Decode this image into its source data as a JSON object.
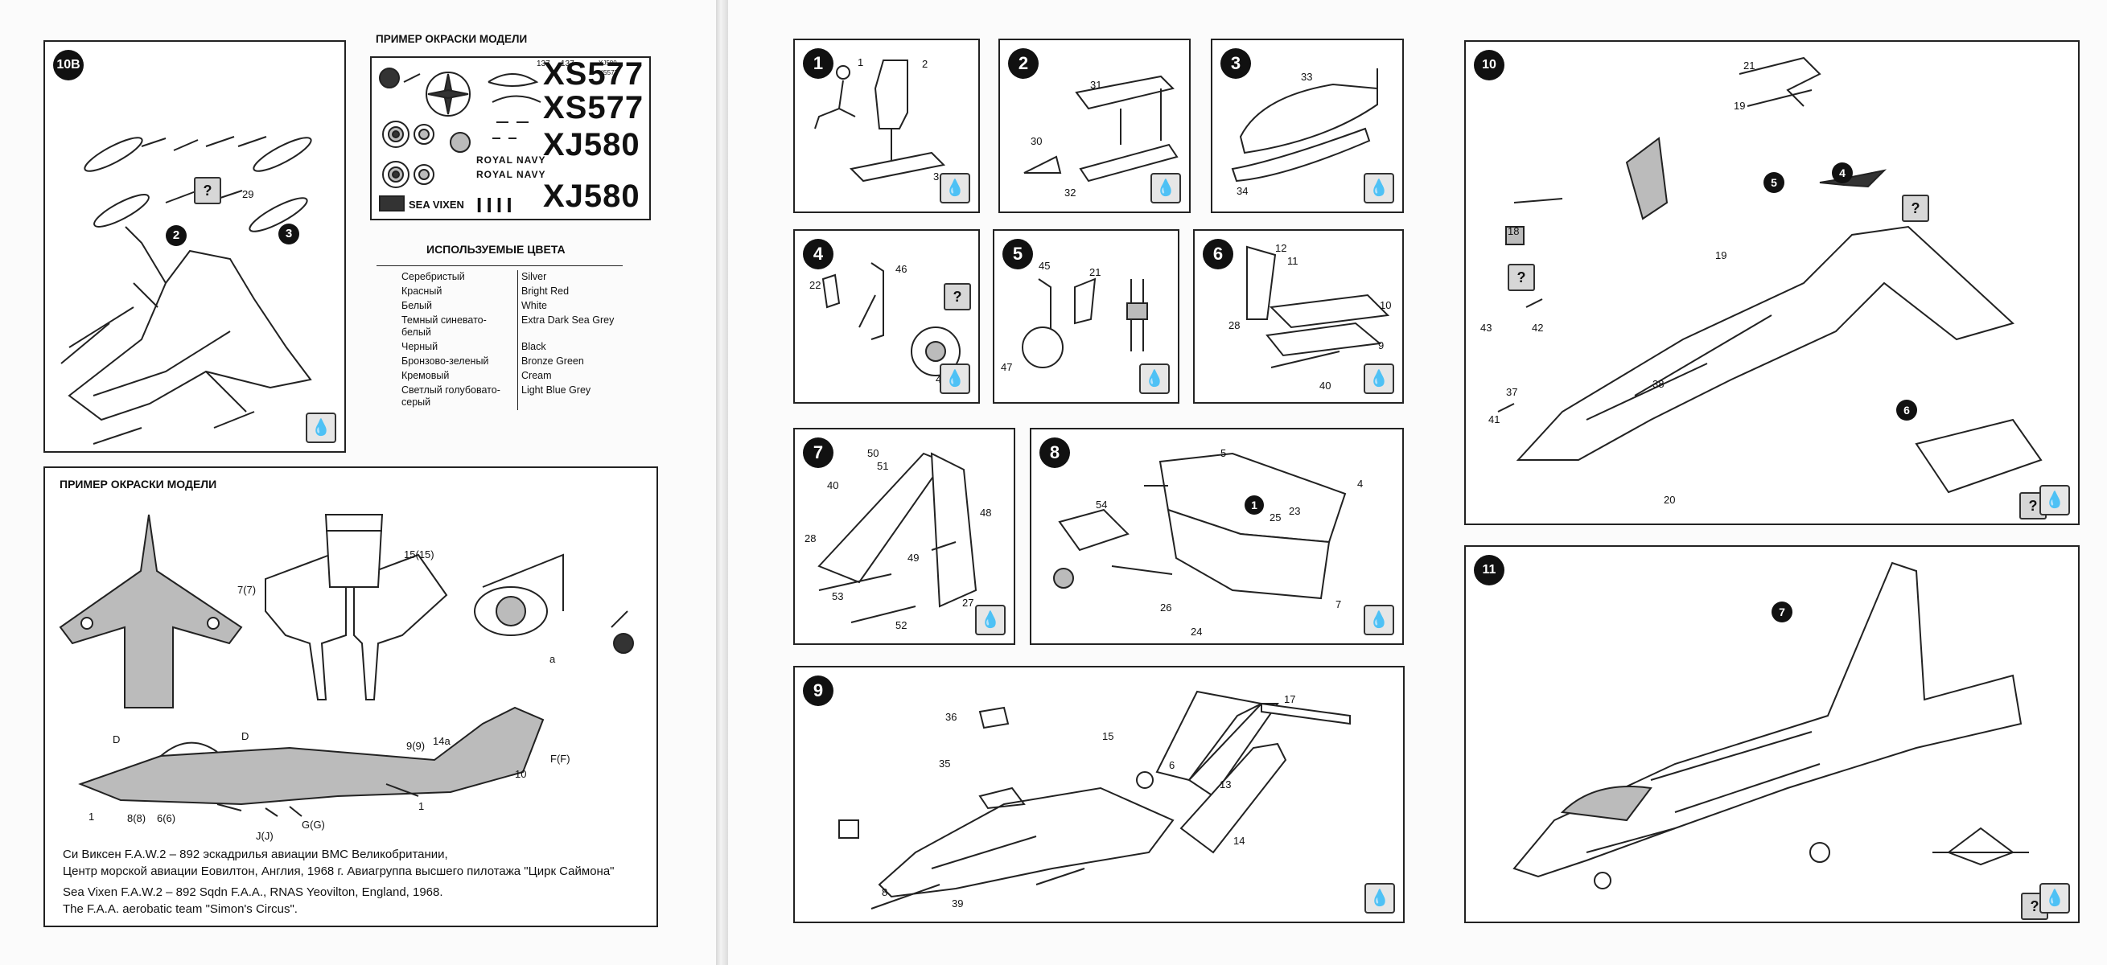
{
  "decals": {
    "title": "ПРИМЕР ОКРАСКИ МОДЕЛИ",
    "regs": [
      "XS577",
      "XS577",
      "XJ580",
      "XJ580"
    ],
    "royal_navy": [
      "ROYAL NAVY",
      "ROYAL NAVY"
    ],
    "sea_vixen": "SEA VIXEN",
    "small_codes": [
      "137",
      "137",
      "XJ580",
      "XS577"
    ]
  },
  "colors": {
    "title": "ИСПОЛЬЗУЕМЫЕ ЦВЕТА",
    "rows": [
      {
        "ru": "Серебристый",
        "en": "Silver"
      },
      {
        "ru": "Красный",
        "en": "Bright Red"
      },
      {
        "ru": "Белый",
        "en": "White"
      },
      {
        "ru": "Темный синевато-белый",
        "en": "Extra Dark Sea Grey"
      },
      {
        "ru": "Черный",
        "en": "Black"
      },
      {
        "ru": "Бронзово-зеленый",
        "en": "Bronze Green"
      },
      {
        "ru": "Кремовый",
        "en": "Cream"
      },
      {
        "ru": "Светлый голубовато-серый",
        "en": "Light Blue Grey"
      }
    ]
  },
  "painting": {
    "title": "ПРИМЕР ОКРАСКИ МОДЕЛИ",
    "caption_ru_1": "Си Виксен F.A.W.2 – 892 эскадрилья авиации ВМС Великобритании,",
    "caption_ru_2": "Центр морской авиации Еовилтон, Англия, 1968 г. Авиагруппа высшего пилотажа \"Цирк Саймона\"",
    "caption_en_1": "Sea Vixen F.A.W.2 – 892 Sqdn F.A.A., RNAS Yeovilton, England, 1968.",
    "caption_en_2": "The F.A.A. aerobatic team \"Simon's Circus\".",
    "callouts": [
      "7(7)",
      "15(15)",
      "a",
      "D",
      "D",
      "9(9)",
      "14a",
      "F(F)",
      "10",
      "1",
      "8(8)",
      "6(6)",
      "J(J)",
      "G(G)",
      "1"
    ]
  },
  "steps": {
    "s10b": {
      "num": "10В",
      "parts": [
        "29",
        "2",
        "3"
      ]
    },
    "s1": {
      "num": "1",
      "parts": [
        "1",
        "2",
        "3"
      ]
    },
    "s2": {
      "num": "2",
      "parts": [
        "31",
        "30",
        "32"
      ]
    },
    "s3": {
      "num": "3",
      "parts": [
        "33",
        "34"
      ]
    },
    "s4": {
      "num": "4",
      "parts": [
        "46",
        "22",
        "47"
      ]
    },
    "s5": {
      "num": "5",
      "parts": [
        "45",
        "21",
        "47"
      ]
    },
    "s6": {
      "num": "6",
      "parts": [
        "12",
        "11",
        "28",
        "10",
        "9",
        "40"
      ]
    },
    "s7": {
      "num": "7",
      "parts": [
        "50",
        "51",
        "40",
        "48",
        "28",
        "49",
        "53",
        "27",
        "52"
      ]
    },
    "s8": {
      "num": "8",
      "parts": [
        "5",
        "4",
        "54",
        "1",
        "25",
        "23",
        "26",
        "7",
        "24"
      ]
    },
    "s9": {
      "num": "9",
      "parts": [
        "36",
        "17",
        "15",
        "35",
        "6",
        "13",
        "14",
        "8",
        "39"
      ]
    },
    "s10": {
      "num": "10",
      "parts": [
        "21",
        "19",
        "5",
        "4",
        "18",
        "19",
        "43",
        "42",
        "37",
        "38",
        "41",
        "6",
        "20"
      ]
    },
    "s11": {
      "num": "11",
      "parts": [
        "7"
      ]
    }
  },
  "icons": {
    "drop": "paint-drop-icon",
    "question": "question-mark-icon",
    "balloon": "number-balloon-icon"
  }
}
